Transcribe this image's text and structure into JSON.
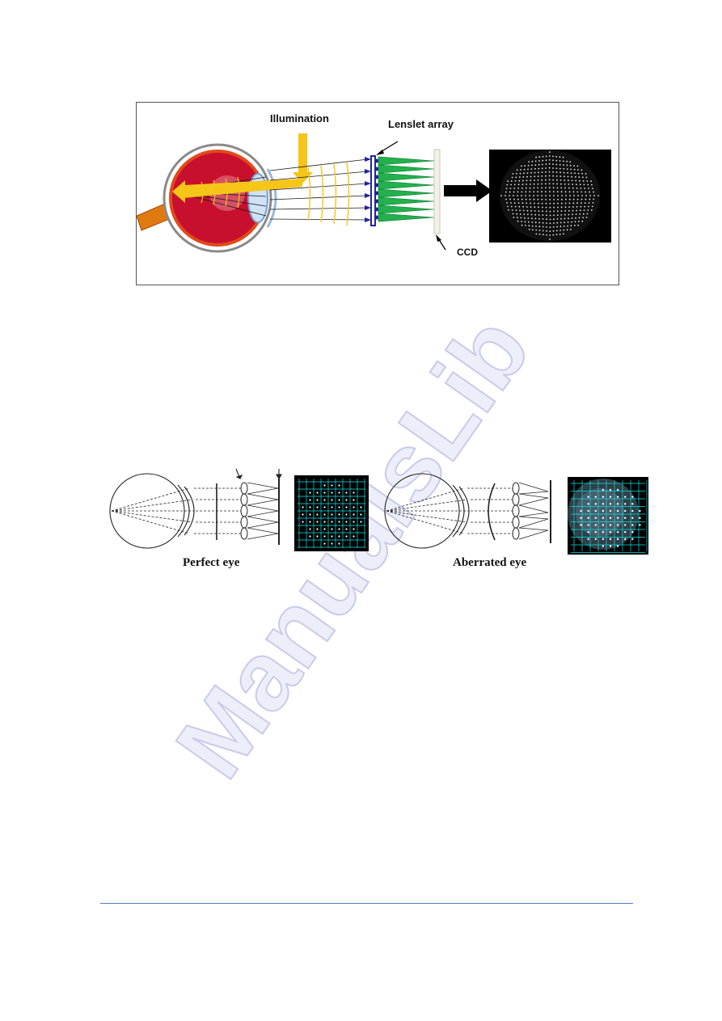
{
  "watermark": {
    "text": "ManualsLib",
    "color": "#c9cbe9"
  },
  "figure1": {
    "labels": {
      "illumination": "Illumination",
      "lenslet_array": "Lenslet array",
      "ccd": "CCD"
    },
    "colors": {
      "eye": "#c8102e",
      "light": "#f5c518",
      "lenslet_cones": "#22b14c",
      "optic_nerve": "#e07a10"
    }
  },
  "figure2": {
    "captions": {
      "perfect": "Perfect eye",
      "aberrated": "Aberrated eye"
    },
    "colors": {
      "grid": "#00e5e5",
      "spot": "#ffffff",
      "panel_bg": "#000000"
    }
  },
  "footer": {
    "rule_color": "#4f81bd"
  }
}
